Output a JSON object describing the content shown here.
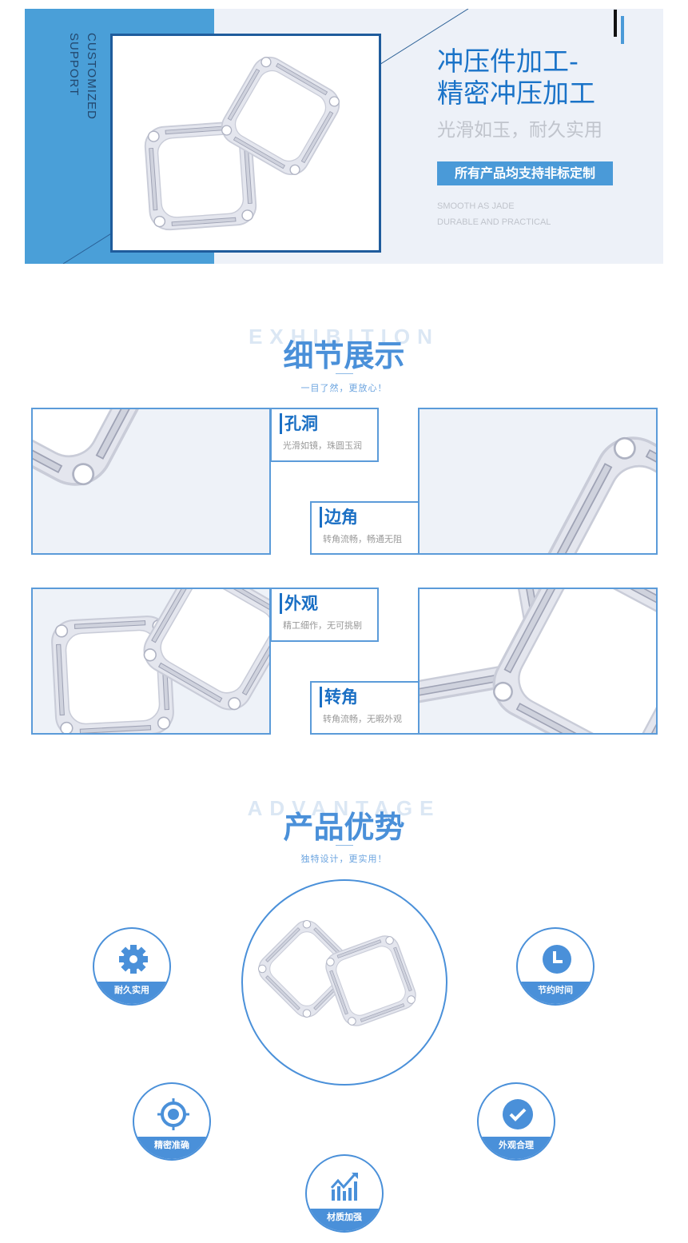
{
  "banner": {
    "vertical_text_1": "CUSTOMIZED",
    "vertical_text_2": "SUPPORT",
    "title_line1": "冲压件加工-",
    "title_line2": "精密冲压加工",
    "subtitle": "光滑如玉，耐久实用",
    "cta": "所有产品均支持非标定制",
    "en_line1": "SMOOTH AS JADE",
    "en_line2": "DURABLE AND PRACTICAL"
  },
  "exhibition": {
    "bg_text": "EXHIBITION",
    "title": "细节展示",
    "subtitle": "一目了然，更放心！",
    "labels": [
      {
        "title": "孔洞",
        "desc": "光滑如镜，珠圆玉润"
      },
      {
        "title": "边角",
        "desc": "转角流畅，畅通无阻"
      },
      {
        "title": "外观",
        "desc": "精工细作，无可挑剔"
      },
      {
        "title": "转角",
        "desc": "转角流畅，无暇外观"
      }
    ]
  },
  "advantage": {
    "bg_text": "ADVANTAGE",
    "title": "产品优势",
    "subtitle": "独特设计，更实用！",
    "items": [
      {
        "label": "耐久实用",
        "icon": "gear-icon"
      },
      {
        "label": "节约时间",
        "icon": "clock-icon"
      },
      {
        "label": "精密准确",
        "icon": "target-icon"
      },
      {
        "label": "外观合理",
        "icon": "check-icon"
      },
      {
        "label": "材质加强",
        "icon": "chart-up-icon"
      }
    ]
  },
  "colors": {
    "accent": "#4a90d9",
    "title_blue": "#1a73c8",
    "border_blue": "#5b9bd9"
  }
}
